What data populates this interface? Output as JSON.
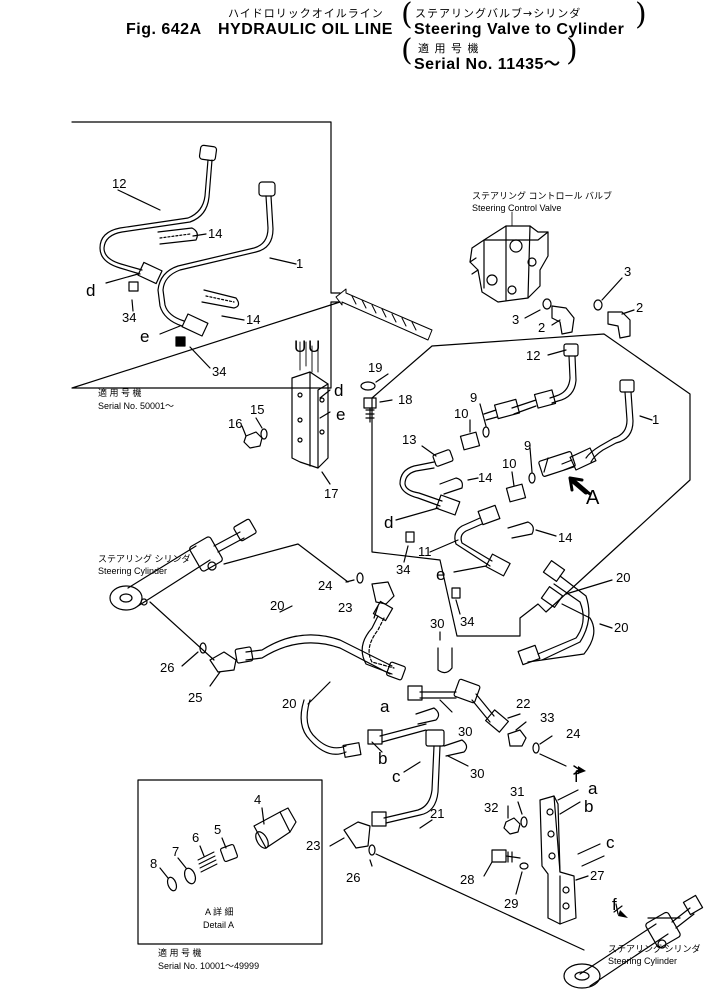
{
  "title": {
    "jp_main": "ハイドロリックオイルライン",
    "fig": "Fig. 642A",
    "main": "HYDRAULIC OIL LINE",
    "jp_sub": "ステアリングバルブ→シリンダ",
    "sub": "Steering Valve to Cylinder",
    "jp_serial": "適 用 号 機",
    "serial": "Serial No. 11435～"
  },
  "notes": {
    "inset1_jp": "適 用 号 機",
    "inset1_serial": "Serial No. 50001～",
    "inset2_jp": "A 詳 細",
    "inset2_detail": "Detail A",
    "inset2_jp2": "適 用 号 機",
    "inset2_serial": "Serial No. 10001～49999",
    "valve_jp": "ステアリング コントロール バルブ",
    "valve": "Steering Control Valve",
    "cyl1_jp": "ステアリング シリンダ",
    "cyl1": "Steering Cylinder",
    "cyl2_jp": "ステアリング シリンダ",
    "cyl2": "Steering Cylinder"
  },
  "callouts": {
    "n1a": "1",
    "n12a": "12",
    "n14a": "14",
    "n14b": "14",
    "n34a": "34",
    "n34b": "34",
    "da": "d",
    "ea": "e",
    "n2a": "2",
    "n2b": "2",
    "n3a": "3",
    "n3b": "3",
    "n12b": "12",
    "n1b": "1",
    "n9a": "9",
    "n9b": "9",
    "n10a": "10",
    "n10b": "10",
    "A": "A",
    "U": "U",
    "U2": "U",
    "n19": "19",
    "n18": "18",
    "n15": "15",
    "n16": "16",
    "n17": "17",
    "db": "d",
    "eb": "e",
    "n13": "13",
    "n14c": "14",
    "n14d": "14",
    "dc": "d",
    "n11": "11",
    "n34c": "34",
    "ec": "e",
    "n34d": "34",
    "n20a": "20",
    "n20b": "20",
    "n20c": "20",
    "n20d": "20",
    "n24a": "24",
    "n23a": "23",
    "n26a": "26",
    "n25": "25",
    "n30a": "30",
    "n30b": "30",
    "n30c": "30",
    "aa": "a",
    "ba": "b",
    "ca": "c",
    "n22": "22",
    "n33": "33",
    "n24b": "24",
    "fa": "f",
    "n21": "21",
    "n23b": "23",
    "n26b": "26",
    "ab": "a",
    "bb": "b",
    "cb": "c",
    "n31": "31",
    "n32": "32",
    "n27": "27",
    "n28": "28",
    "n29": "29",
    "fb": "f",
    "n4": "4",
    "n5": "5",
    "n6": "6",
    "n7": "7",
    "n8": "8"
  }
}
